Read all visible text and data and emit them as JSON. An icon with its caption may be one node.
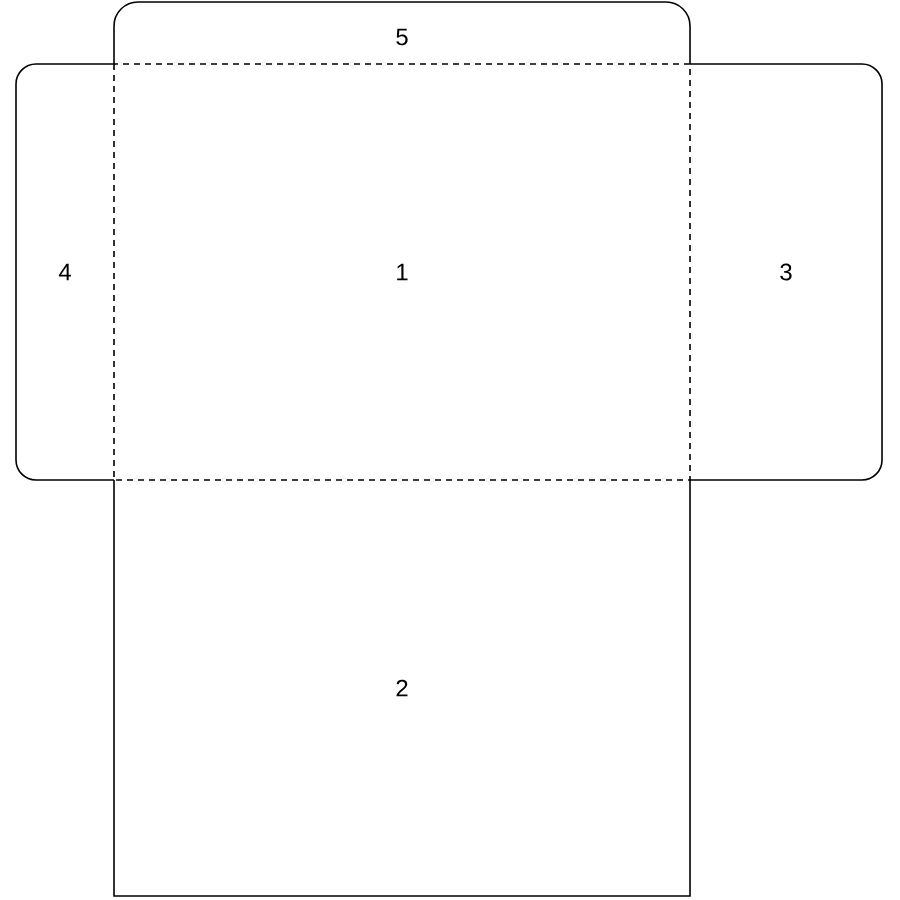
{
  "diagram": {
    "nodes": [
      {
        "text": [
          "5"
        ]
      },
      {
        "text": [
          "4"
        ]
      },
      {
        "text": [
          "1"
        ]
      },
      {
        "text": [
          "3"
        ]
      },
      {
        "text": [
          "2"
        ]
      }
    ]
  }
}
